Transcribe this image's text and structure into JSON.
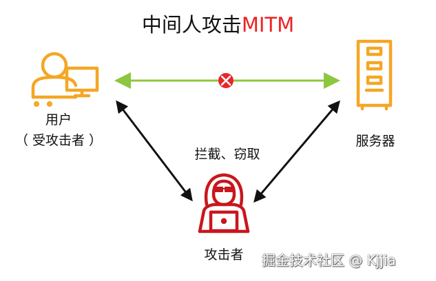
{
  "title": {
    "main": "中间人攻击",
    "accent": "MITM"
  },
  "nodes": {
    "user": {
      "label": "用户",
      "sublabel": "（ 受攻击者 ）"
    },
    "server": {
      "label": "服务器"
    },
    "attacker": {
      "label": "攻击者"
    }
  },
  "edges": {
    "intercept_label": "拦截、窃取"
  },
  "watermark": "掘金技术社区 @ Kjjia",
  "colors": {
    "user_icon": "#f5a623",
    "server_icon": "#f5a623",
    "attacker_icon": "#c8171e",
    "direct_link": "#8dc63f",
    "blocked_marker": "#e8262a",
    "attack_arrows": "#111111",
    "title_accent": "#ee2222"
  },
  "icons": {
    "user": "user-at-computer-icon",
    "server": "server-rack-icon",
    "attacker": "hooded-hacker-icon",
    "blocked": "blocked-x-icon"
  }
}
